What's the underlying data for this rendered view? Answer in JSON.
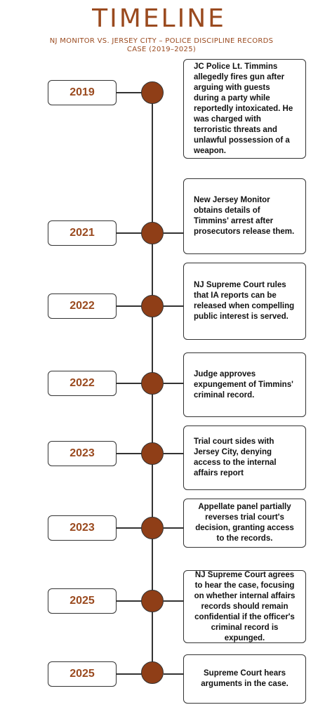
{
  "header": {
    "title": "TIMELINE",
    "subtitle": "NJ MONITOR VS. JERSEY CITY – POLICE DISCIPLINE RECORDS CASE (2019–2025)"
  },
  "events": [
    {
      "year": "2019",
      "text": "JC Police Lt. Timmins allegedly fires gun after arguing with guests during a party while reportedly intoxicated. He was charged with terroristic threats and unlawful possession of a weapon."
    },
    {
      "year": "2021",
      "text": "New Jersey Monitor obtains details of Timmins' arrest after prosecutors release them."
    },
    {
      "year": "2022",
      "text": "NJ Supreme Court rules that IA reports can be released when compelling public interest is served."
    },
    {
      "year": "2022",
      "text": "Judge approves expungement of Timmins' criminal record."
    },
    {
      "year": "2023",
      "text": "Trial court sides with Jersey City, denying access to the internal affairs report"
    },
    {
      "year": "2023",
      "text": "Appellate panel partially reverses trial court's decision, granting access to the records."
    },
    {
      "year": "2025",
      "text": "NJ Supreme Court agrees to hear the case, focusing on whether internal affairs records should remain confidential if the officer's criminal record is expunged."
    },
    {
      "year": "2025",
      "text": "Supreme Court hears arguments in the case."
    }
  ],
  "colors": {
    "accent": "#9a4a1f",
    "dot": "#8f3e17",
    "line": "#333333"
  }
}
